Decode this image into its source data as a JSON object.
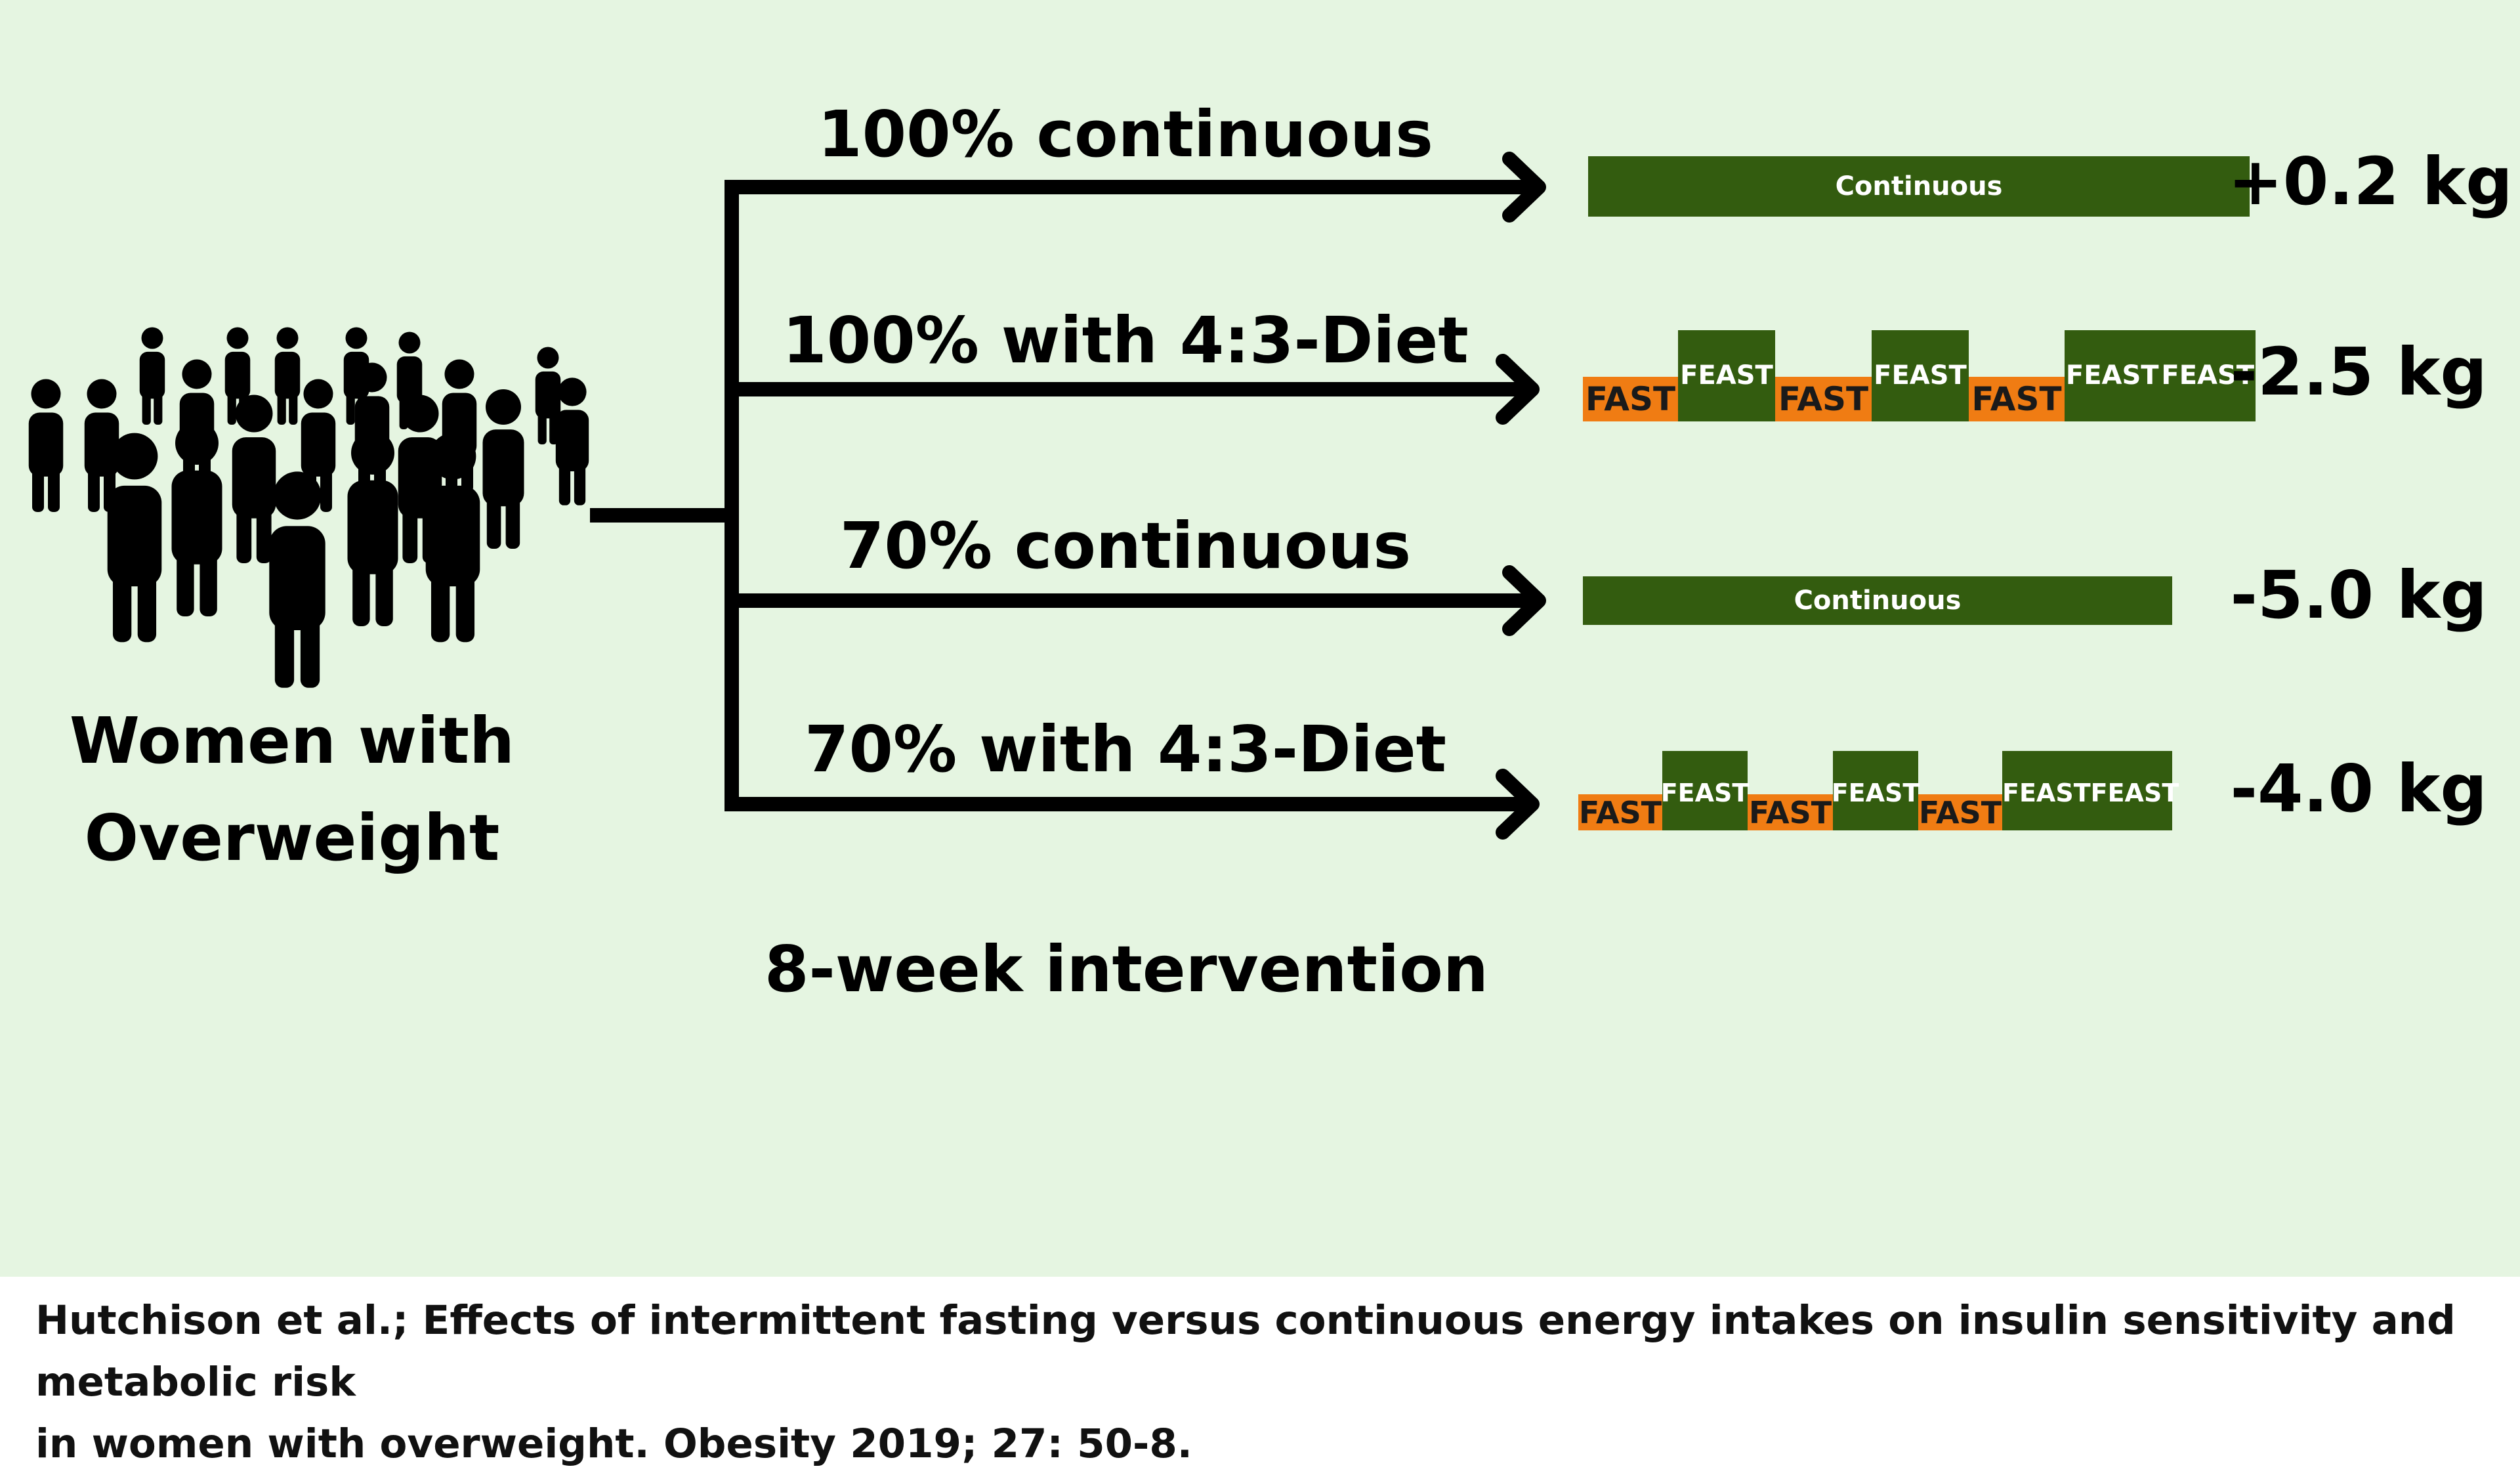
{
  "group": {
    "label_line1": "Women with",
    "label_line2": "Overweight",
    "icon": "crowd-of-people-icon"
  },
  "duration": "8-week intervention",
  "arms": [
    {
      "label": "100% continuous",
      "pattern": "continuous",
      "bar_text": "Continuous",
      "result": "+0.2 kg"
    },
    {
      "label": "100% with 4:3-Diet",
      "pattern": "4:3",
      "fast_text": "FAST",
      "feast_text": "FEAST",
      "result": "-2.5 kg"
    },
    {
      "label": "70% continuous",
      "pattern": "continuous",
      "bar_text": "Continuous",
      "result": "-5.0 kg"
    },
    {
      "label": "70% with 4:3-Diet",
      "pattern": "4:3",
      "fast_text": "FAST",
      "feast_text": "FEAST",
      "result": "-4.0 kg"
    }
  ],
  "citation": {
    "line1": "Hutchison et al.; Effects of intermittent fasting versus continuous energy intakes on insulin sensitivity and metabolic risk",
    "line2": "in women with overweight. Obesity 2019; 27: 50-8."
  },
  "colors": {
    "background": "#e5f5e1",
    "feast": "#335c0f",
    "fast": "#f07c13",
    "continuous": "#335c0f",
    "lines": "#000000"
  }
}
